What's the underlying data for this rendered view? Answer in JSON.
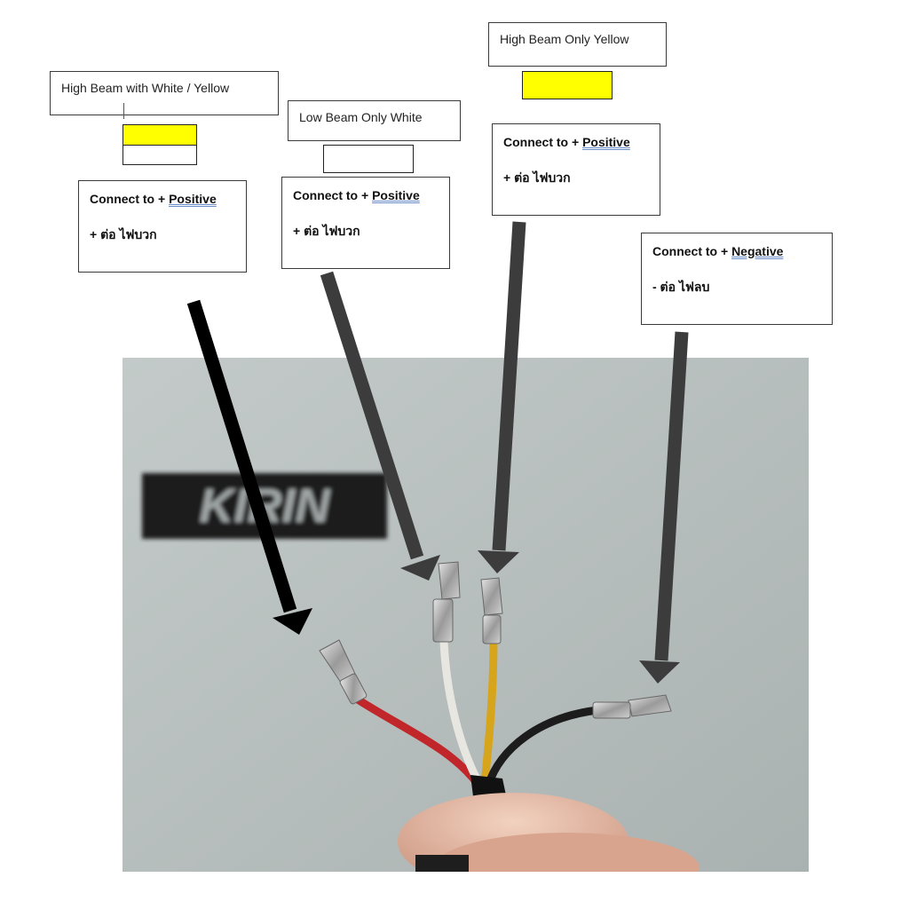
{
  "labels": {
    "high_white_yellow": "High Beam with White / Yellow",
    "low_white": "Low Beam Only White",
    "high_yellow": "High Beam Only Yellow"
  },
  "connections": {
    "wire1": {
      "prefix": "Connect to + ",
      "keyword": "Positive",
      "thai": "+ ต่อ ไฟบวก"
    },
    "wire2": {
      "prefix": "Connect to + ",
      "keyword": "Positive",
      "thai": "+ ต่อ ไฟบวก"
    },
    "wire3": {
      "prefix": "Connect to + ",
      "keyword": "Positive",
      "thai": "+ ต่อ ไฟบวก"
    },
    "wire4": {
      "prefix": "Connect to + ",
      "keyword": "Negative",
      "thai": "- ต่อ ไฟลบ"
    }
  },
  "photo": {
    "logo_text": "KIRIN"
  },
  "colors": {
    "yellow": "#ffff00",
    "white": "#ffffff",
    "wire_red": "#c0262a",
    "wire_white": "#e8e6e0",
    "wire_yellow": "#d6a51c",
    "wire_black": "#1c1c1c",
    "arrow_black": "#000000",
    "arrow_gray": "#3c3c3c",
    "wall": "#b9c0bf"
  }
}
